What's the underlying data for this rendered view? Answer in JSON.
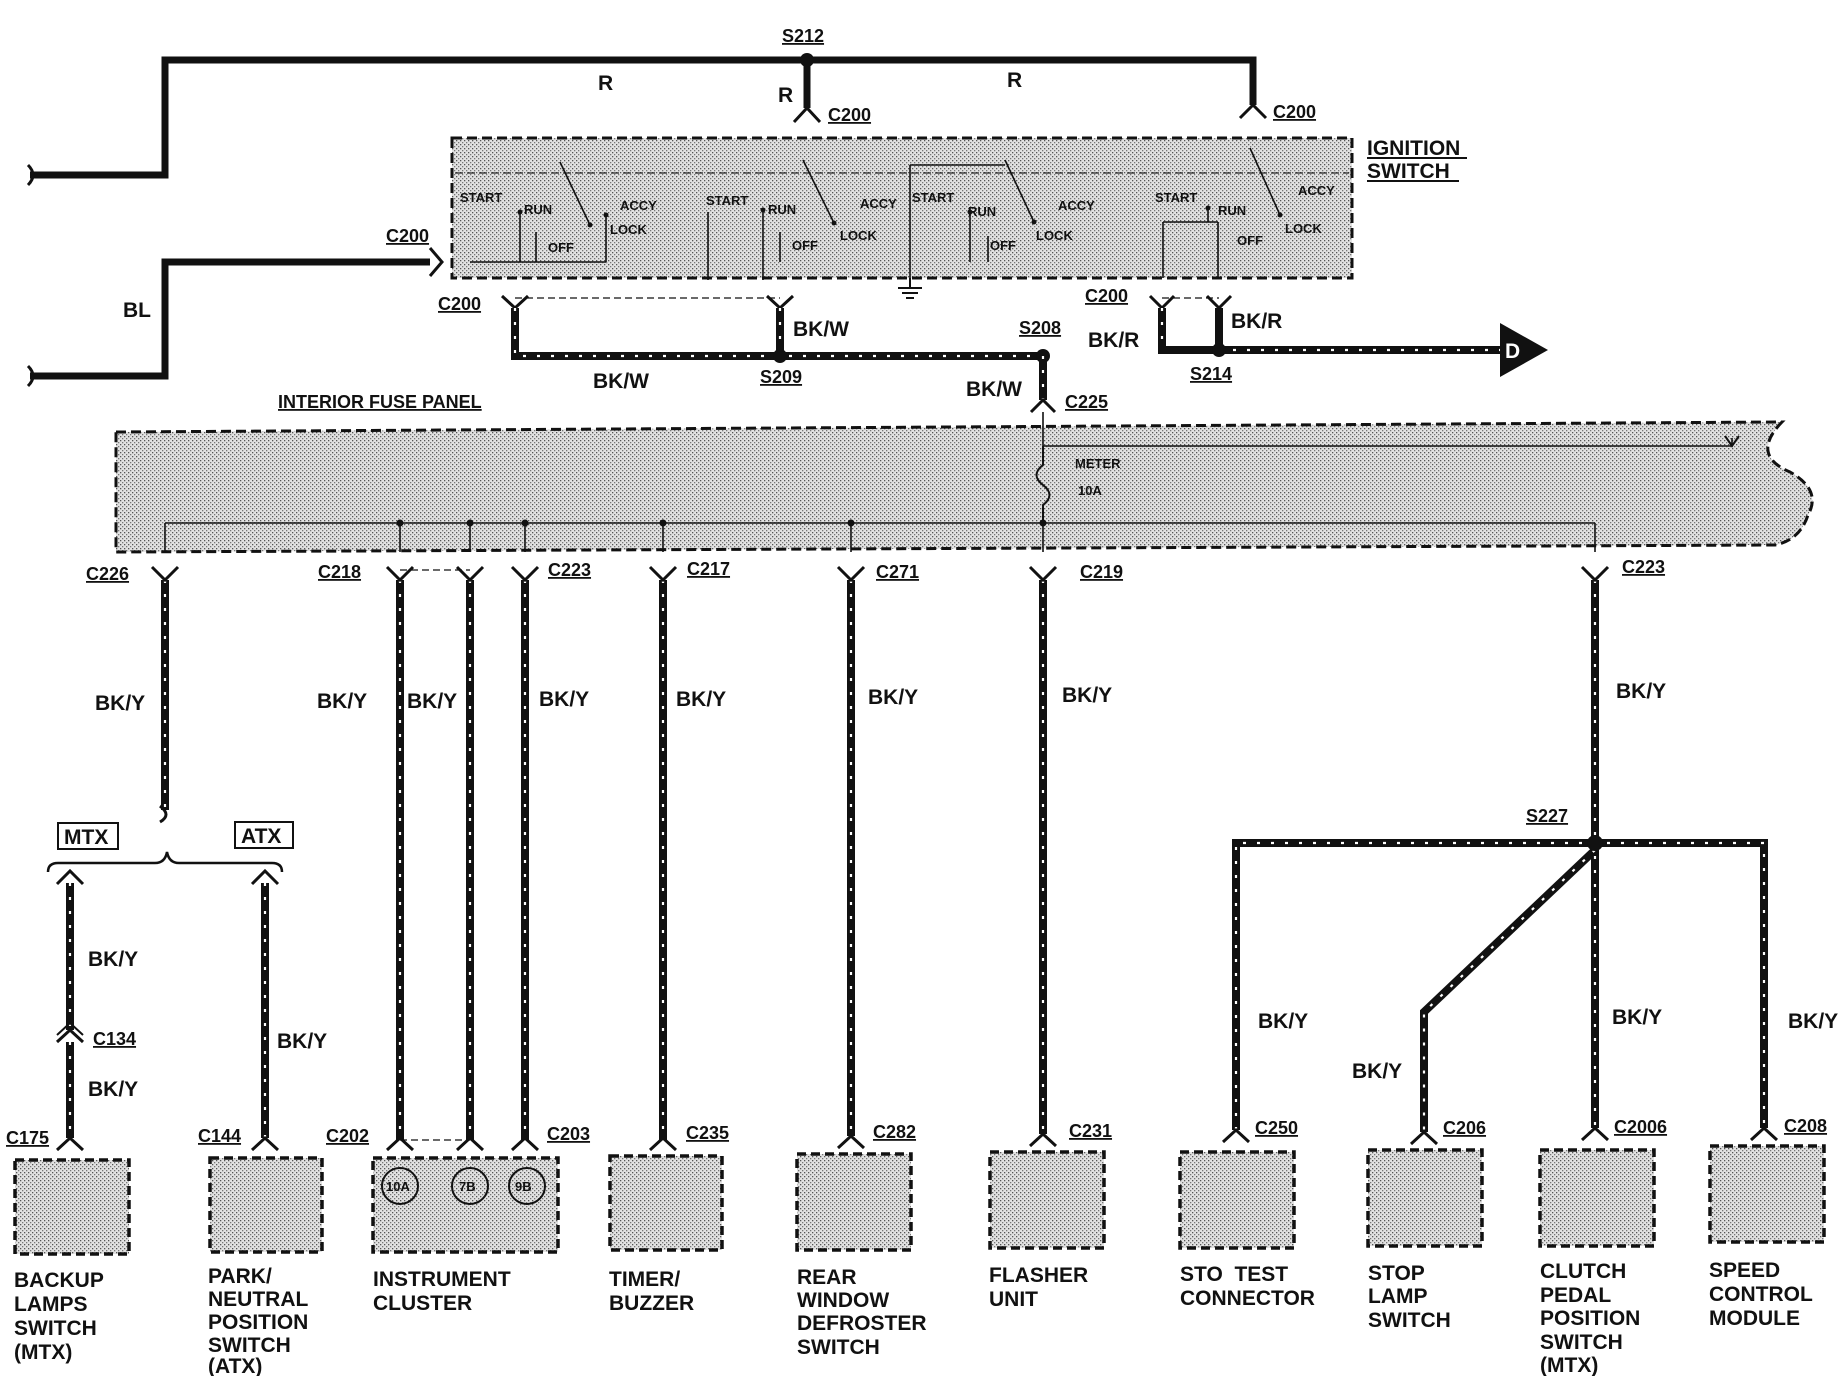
{
  "ignition_switch": {
    "title_line1": "IGNITION",
    "title_line2": "SWITCH",
    "positions": {
      "start": "START",
      "run": "RUN",
      "accy": "ACCY",
      "off": "OFF",
      "lock": "LOCK"
    }
  },
  "fuse_panel": {
    "title": "INTERIOR FUSE PANEL",
    "fuse_name": "METER",
    "fuse_rating": "10A"
  },
  "splices": {
    "s212": "S212",
    "s208": "S208",
    "s209": "S209",
    "s214": "S214",
    "s227": "S227"
  },
  "connectors": {
    "c200": "C200",
    "c225": "C225",
    "c226": "C226",
    "c218": "C218",
    "c223": "C223",
    "c217": "C217",
    "c271": "C271",
    "c219": "C219",
    "c134": "C134",
    "c175": "C175",
    "c144": "C144",
    "c202": "C202",
    "c203": "C203",
    "c235": "C235",
    "c282": "C282",
    "c231": "C231",
    "c250": "C250",
    "c206": "C206",
    "c2006": "C2006",
    "c208": "C208"
  },
  "wire_colors": {
    "r": "R",
    "bl": "BL",
    "bkw": "BK/W",
    "bkr": "BK/R",
    "bky": "BK/Y"
  },
  "destination": "D",
  "transmission": {
    "mtx": "MTX",
    "atx": "ATX"
  },
  "cluster_terminals": [
    "10A",
    "7B",
    "9B"
  ],
  "components": {
    "backup": [
      "BACKUP",
      "LAMPS",
      "SWITCH",
      "(MTX)"
    ],
    "park": [
      "PARK/",
      "NEUTRAL",
      "POSITION",
      "SWITCH",
      "(ATX)"
    ],
    "cluster": [
      "INSTRUMENT",
      "CLUSTER"
    ],
    "timer": [
      "TIMER/",
      "BUZZER"
    ],
    "rear": [
      "REAR",
      "WINDOW",
      "DEFROSTER",
      "SWITCH"
    ],
    "flasher": [
      "FLASHER",
      "UNIT"
    ],
    "sto": [
      "STO  TEST",
      "CONNECTOR"
    ],
    "stop": [
      "STOP",
      "LAMP",
      "SWITCH"
    ],
    "clutch": [
      "CLUTCH",
      "PEDAL",
      "POSITION",
      "SWITCH",
      "(MTX)"
    ],
    "speed": [
      "SPEED",
      "CONTROL",
      "MODULE"
    ]
  }
}
